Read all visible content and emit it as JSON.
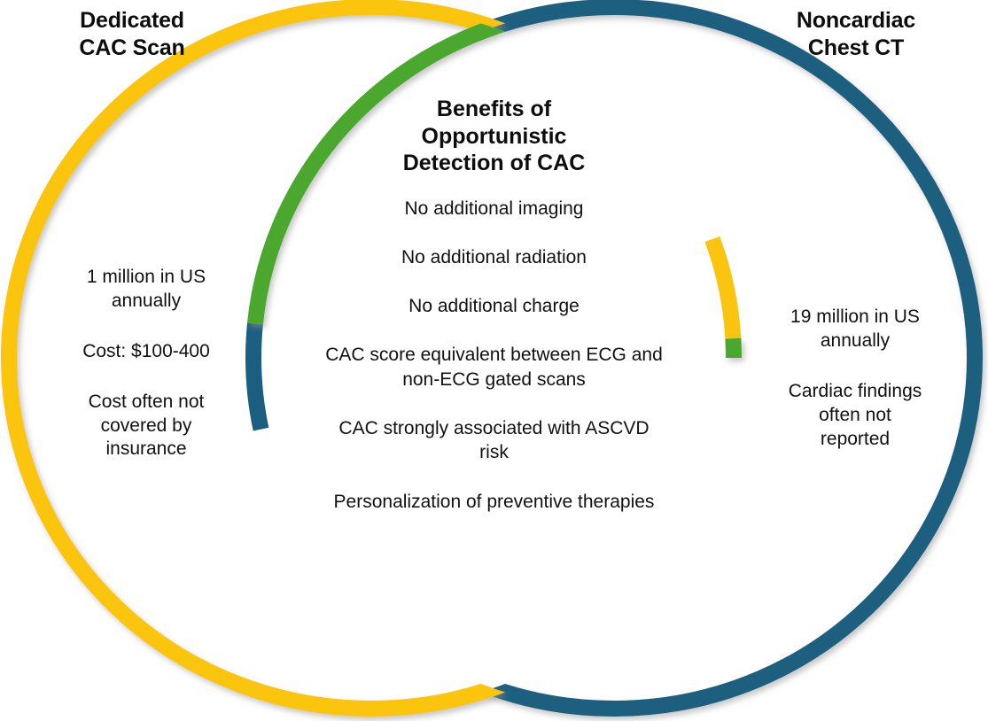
{
  "diagram": {
    "type": "venn",
    "title_left": "Dedicated\nCAC Scan",
    "title_right": "Noncardiac\nChest CT",
    "colors": {
      "left_circle": "#FBC40F",
      "right_circle": "#1B5E7F",
      "intersection_arc": "#4BA82E",
      "background": "#FFFFFF",
      "text": "#111111"
    }
  },
  "left_circle": {
    "label": "Dedicated\nCAC Scan",
    "items": [
      "1 million in US\nannually",
      "Cost: $100-400",
      "Cost often not\ncovered by\ninsurance"
    ]
  },
  "right_circle": {
    "label": "Noncardiac\nChest CT",
    "items": [
      "19 million in US\nannually",
      "Cardiac findings\noften not\nreported"
    ]
  },
  "intersection": {
    "heading": "Benefits of\nOpportunistic\nDetection of CAC",
    "items": [
      "No additional imaging",
      "No additional radiation",
      "No additional charge",
      "CAC score equivalent between ECG and\nnon-ECG gated scans",
      "CAC strongly associated with ASCVD\nrisk",
      "Personalization of preventive therapies"
    ]
  }
}
